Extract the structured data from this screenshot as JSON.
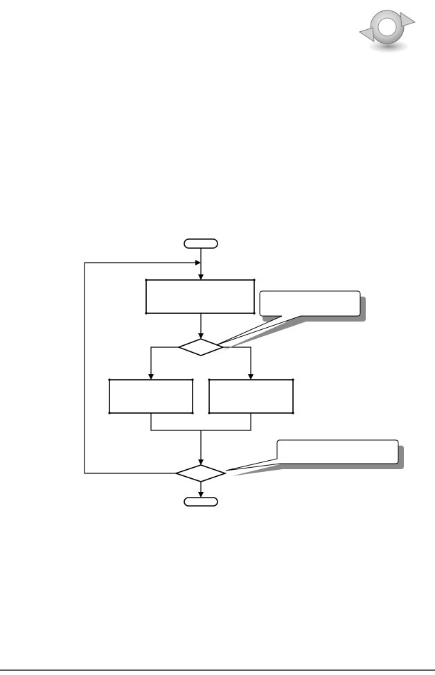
{
  "diagram": {
    "nodes": [
      {
        "id": "start",
        "shape": "terminator",
        "label": ""
      },
      {
        "id": "process-1",
        "shape": "process",
        "label": ""
      },
      {
        "id": "decision-1",
        "shape": "decision",
        "label": ""
      },
      {
        "id": "process-left",
        "shape": "process",
        "label": ""
      },
      {
        "id": "process-right",
        "shape": "process",
        "label": ""
      },
      {
        "id": "decision-2",
        "shape": "decision",
        "label": ""
      },
      {
        "id": "end",
        "shape": "terminator",
        "label": ""
      }
    ],
    "callouts": [
      {
        "id": "callout-1",
        "points_to": "decision-1",
        "text": ""
      },
      {
        "id": "callout-2",
        "points_to": "decision-2",
        "text": ""
      }
    ],
    "edges": [
      {
        "from": "start",
        "to": "process-1"
      },
      {
        "from": "process-1",
        "to": "decision-1"
      },
      {
        "from": "decision-1",
        "to": "process-left"
      },
      {
        "from": "decision-1",
        "to": "process-right"
      },
      {
        "from": "process-left",
        "to": "decision-2"
      },
      {
        "from": "process-right",
        "to": "decision-2"
      },
      {
        "from": "decision-2",
        "to": "process-1",
        "kind": "loop-back"
      },
      {
        "from": "decision-2",
        "to": "end"
      }
    ]
  },
  "header": {
    "icon": "refresh-cycle-icon",
    "icon_colors": {
      "ring": "#c9c9c9",
      "ring_edge": "#7d7d7d",
      "shadow": "#9a9a9a"
    }
  },
  "footer": {
    "rule": true
  }
}
